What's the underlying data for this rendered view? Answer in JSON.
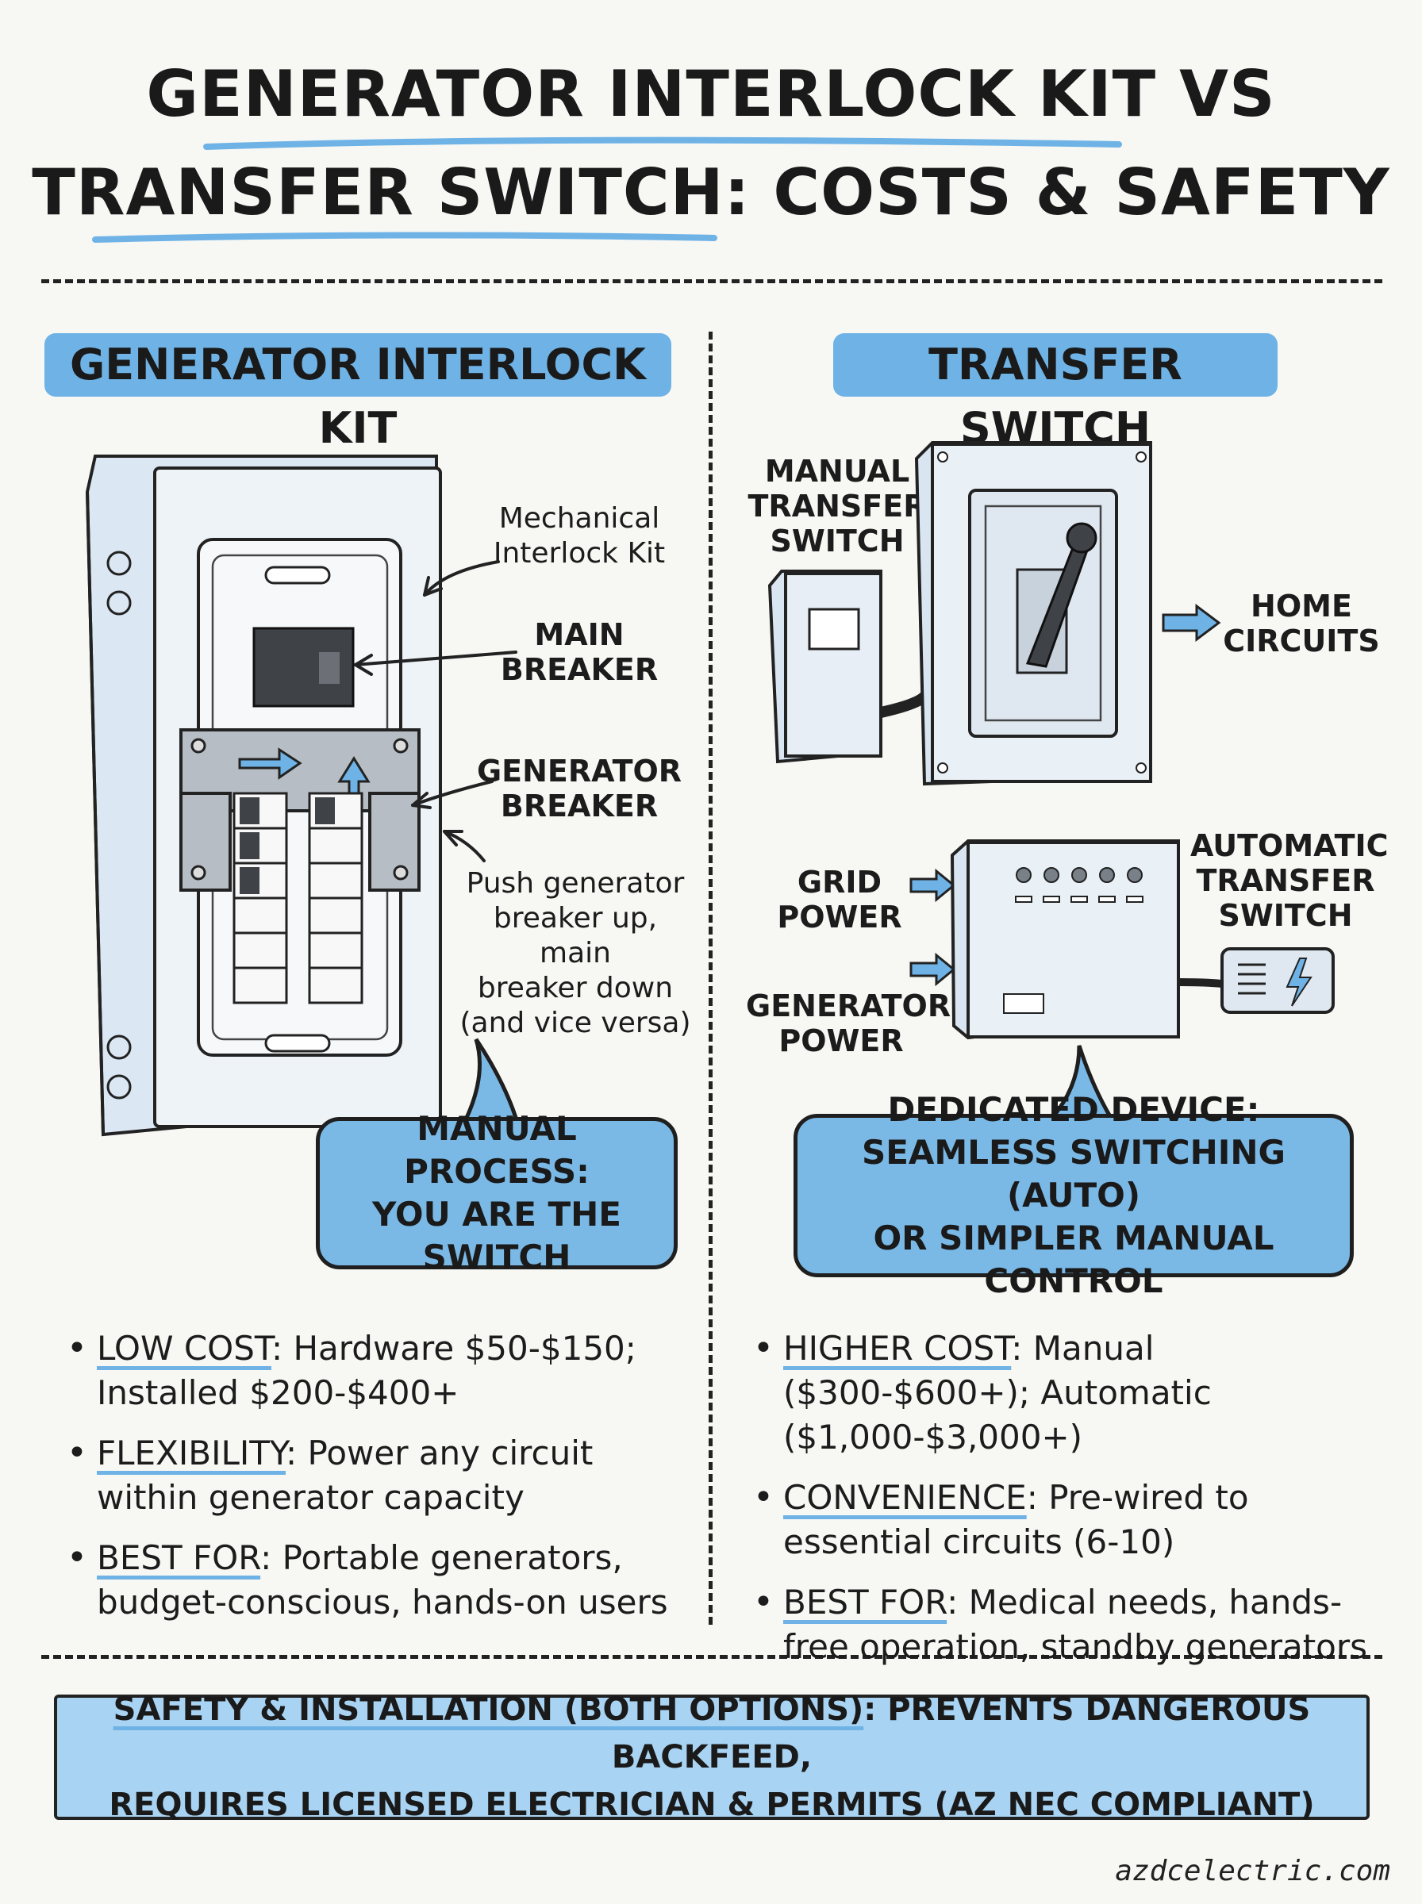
{
  "title": {
    "line1": "GENERATOR INTERLOCK KIT VS",
    "line2": "TRANSFER SWITCH: COSTS & SAFETY"
  },
  "left": {
    "heading": "GENERATOR INTERLOCK KIT",
    "labels": {
      "interlock": "Mechanical\nInterlock Kit",
      "main_breaker": "MAIN\nBREAKER",
      "generator_breaker": "GENERATOR\nBREAKER",
      "instruction": "Push generator\nbreaker up, main\nbreaker down\n(and vice versa)"
    },
    "callout": "MANUAL PROCESS:\nYOU ARE THE\nSWITCH",
    "bullets": [
      {
        "key": "LOW COST",
        "text": ": Hardware $50-$150; Installed $200-$400+"
      },
      {
        "key": "FLEXIBILITY",
        "text": ": Power any circuit within generator capacity"
      },
      {
        "key": "BEST FOR",
        "text": ": Portable generators, budget-conscious, hands-on users"
      }
    ]
  },
  "right": {
    "heading": "TRANSFER SWITCH",
    "labels": {
      "manual": "MANUAL\nTRANSFER\nSWITCH",
      "home": "HOME\nCIRCUITS",
      "grid": "GRID\nPOWER",
      "generator": "GENERATOR\nPOWER",
      "automatic": "AUTOMATIC\nTRANSFER\nSWITCH"
    },
    "callout": "DEDICATED DEVICE:\nSEAMLESS SWITCHING (AUTO)\nOR SIMPLER MANUAL CONTROL",
    "bullets": [
      {
        "key": "HIGHER COST",
        "text": ": Manual ($300-$600+); Automatic ($1,000-$3,000+)"
      },
      {
        "key": "CONVENIENCE",
        "text": ": Pre-wired to essential circuits (6-10)"
      },
      {
        "key": "BEST FOR",
        "text": ": Medical needs, hands-free operation, standby generators"
      }
    ]
  },
  "footer": {
    "key": "SAFETY & INSTALLATION (BOTH OPTIONS)",
    "rest": ": PREVENTS DANGEROUS BACKFEED,",
    "line2": "REQUIRES LICENSED ELECTRICIAN & PERMITS (AZ NEC COMPLIANT)"
  },
  "site": "azdcelectric.com",
  "colors": {
    "accent": "#6fb3e6",
    "callout": "#7ab9e6",
    "footer": "#a9d3f2",
    "ink": "#1f1f1f"
  }
}
